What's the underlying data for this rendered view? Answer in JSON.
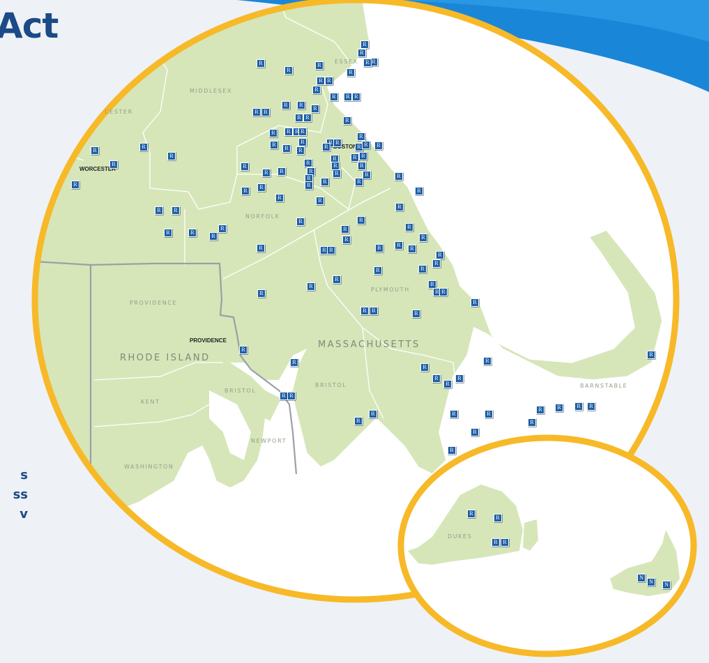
{
  "title": "Act",
  "side_text": [
    "s",
    "ss",
    "v"
  ],
  "colors": {
    "land": "#d6e6b9",
    "border_ring": "#f7b928",
    "marker": "#1f5fa5",
    "banner": "#1a86d8",
    "title": "#1c4a86"
  },
  "states": [
    {
      "name": "RHODE ISLAND"
    },
    {
      "name": "MASSACHUSETTS"
    }
  ],
  "counties": [
    "MIDDLESEX",
    "ESSEX",
    "CESTER",
    "NORFOLK",
    "PROVIDENCE",
    "PLYMOUTH",
    "BRISTOL",
    "BRISTOL",
    "KENT",
    "NEWPORT",
    "WASHINGTON",
    "BARNSTABLE",
    "DUKES"
  ],
  "cities": [
    "WORCESTER",
    "BOSTON",
    "PROVIDENCE"
  ],
  "marker_letters": {
    "regular": "R",
    "nantucket": "N"
  }
}
